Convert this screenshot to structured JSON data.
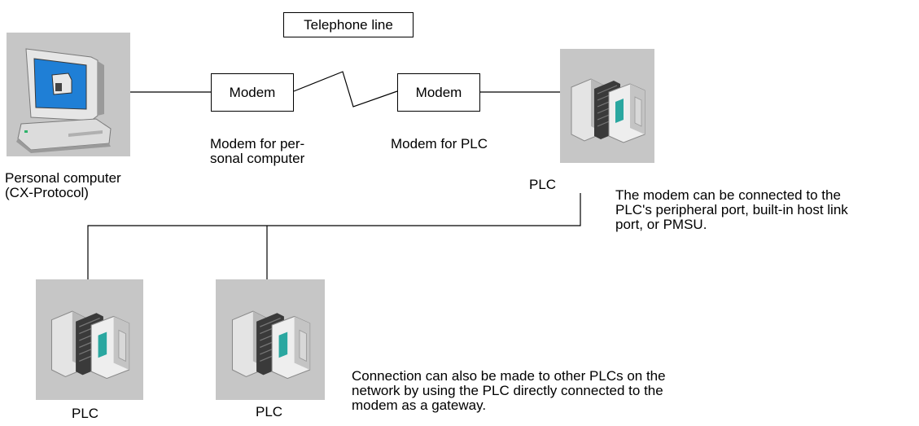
{
  "telephone_line_label": "Telephone line",
  "computer": {
    "label": "Personal computer\n(CX-Protocol)",
    "icon": "personal-computer-icon"
  },
  "modem_pc": {
    "box_label": "Modem",
    "caption": "Modem for per-\nsonal computer"
  },
  "modem_plc": {
    "box_label": "Modem",
    "caption": "Modem for PLC"
  },
  "plc_main": {
    "label": "PLC",
    "icon": "plc-icon"
  },
  "plc_network": [
    {
      "label": "PLC",
      "icon": "plc-icon"
    },
    {
      "label": "PLC",
      "icon": "plc-icon"
    }
  ],
  "notes": {
    "modem_connection": "The modem can be connected to the\nPLC's peripheral port, built-in host link\nport, or PMSU.",
    "gateway": "Connection can also be made to other PLCs on the\nnetwork by using the PLC directly connected to the\nmodem as a gateway."
  },
  "colors": {
    "icon_background": "#c6c6c6",
    "screen": "#1f7fd6",
    "plc_accent": "#2aa7a0"
  }
}
